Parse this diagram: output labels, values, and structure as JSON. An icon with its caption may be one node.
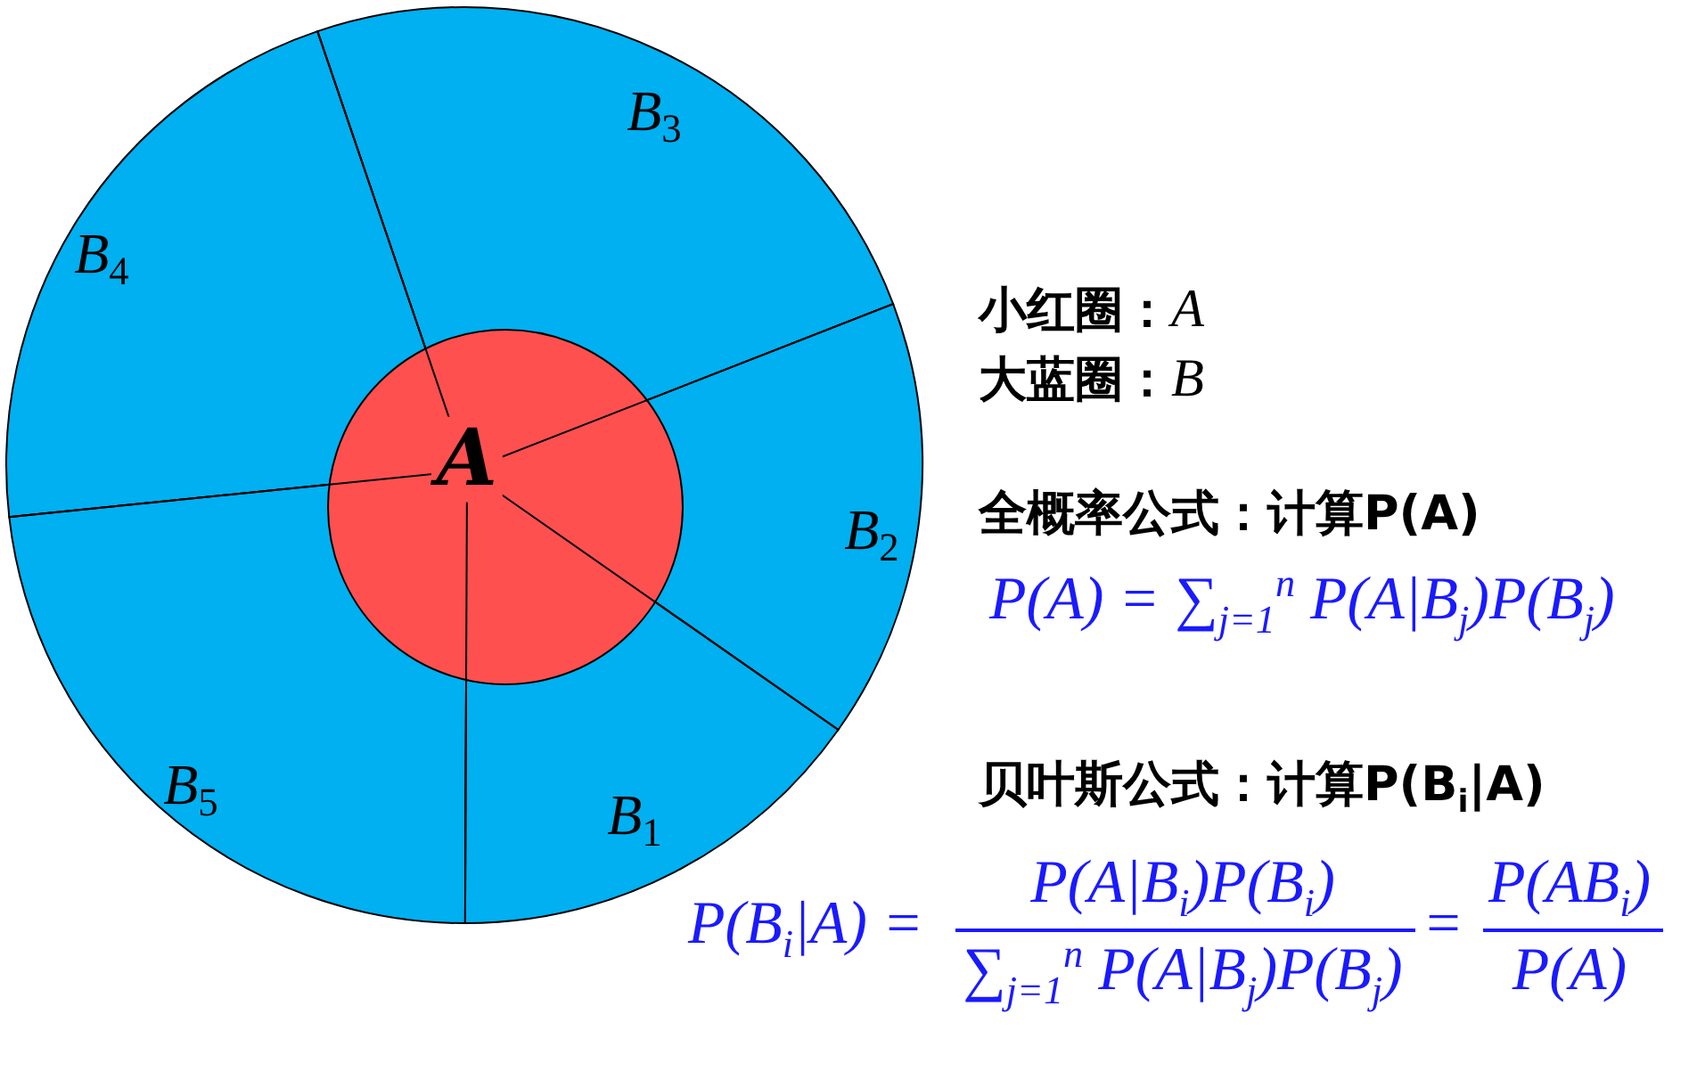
{
  "diagram": {
    "nodes": [
      {
        "text": [
          "B$_{3}$"
        ]
      },
      {
        "text": [
          "B$_{4}$"
        ]
      },
      {
        "text": [
          "A"
        ]
      },
      {
        "text": [
          "B$_{2}$"
        ]
      },
      {
        "text": [
          "B$_{5}$"
        ]
      },
      {
        "text": [
          "B$_{1}$"
        ]
      }
    ],
    "labels": [
      "小红圈：*A*",
      "大蓝圈：*B*",
      "全概率公式：计算P(A)",
      "P(A) = ∑$_{j=1}$$^{n}$ P(A|B$_{j}$)P(B$_{j}$)",
      "贝叶斯公式：计算P(B$_{i}$|A)",
      "P(B$_{i}$|A) =",
      "P(A|B$_{i}$)P(B$_{i}$)",
      "∑$_{j=1}$$^{n}$ P(A|B$_{j}$)P(B$_{j}$)",
      "=",
      "P(AB$_{i}$)",
      "P(A)"
    ]
  }
}
